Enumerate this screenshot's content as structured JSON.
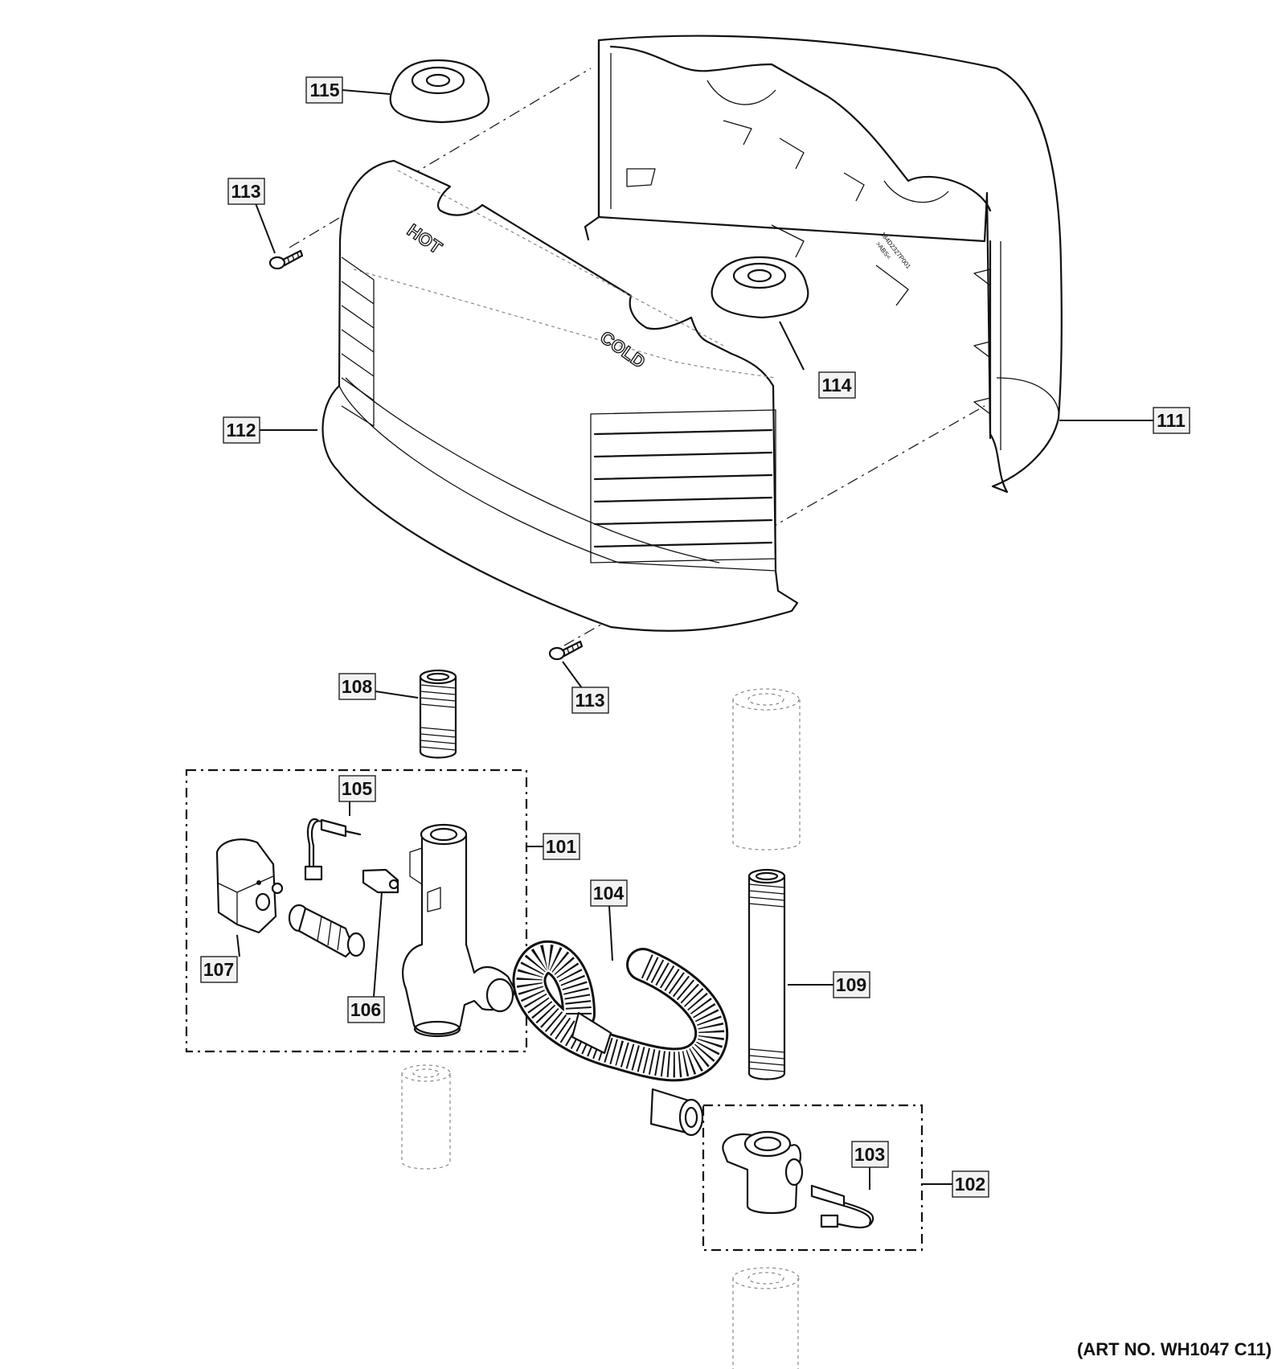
{
  "callouts": {
    "c101": "101",
    "c102": "102",
    "c103": "103",
    "c104": "104",
    "c105": "105",
    "c106": "106",
    "c107": "107",
    "c108": "108",
    "c109": "109",
    "c111": "111",
    "c112": "112",
    "c113a": "113",
    "c113b": "113",
    "c114": "114",
    "c115": "115"
  },
  "emboss": {
    "hot": "HOT",
    "cold": "COLD"
  },
  "art_number": "(ART NO. WH1047 C11)"
}
